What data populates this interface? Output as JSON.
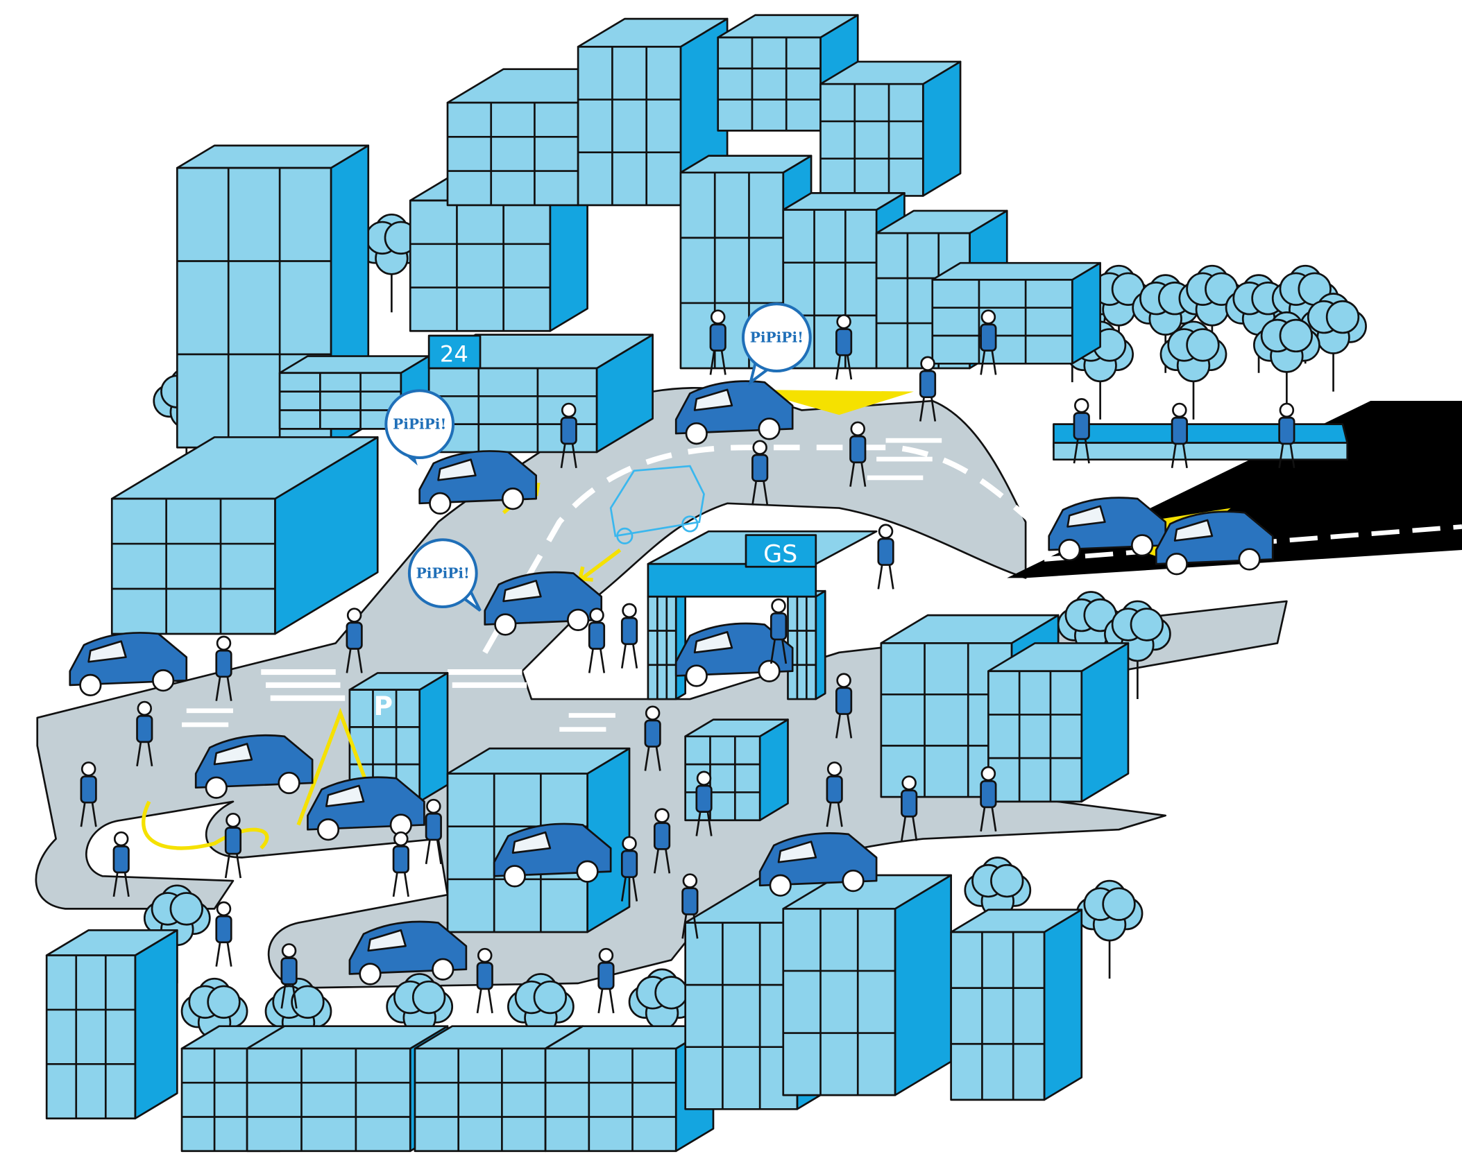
{
  "signs": {
    "store": "24",
    "gas_station": "GS",
    "parking": "P"
  },
  "speech_bubbles": [
    {
      "text": "PiPiPi!"
    },
    {
      "text": "PiPiPi!"
    },
    {
      "text": "PiPiPi!"
    }
  ],
  "colors": {
    "light_blue": "#8dd3ec",
    "mid_blue": "#14a5e0",
    "car_blue": "#2a74bf",
    "road_gray": "#c3cfd5",
    "beam_yellow": "#f5e100",
    "night_road": "#000000"
  }
}
